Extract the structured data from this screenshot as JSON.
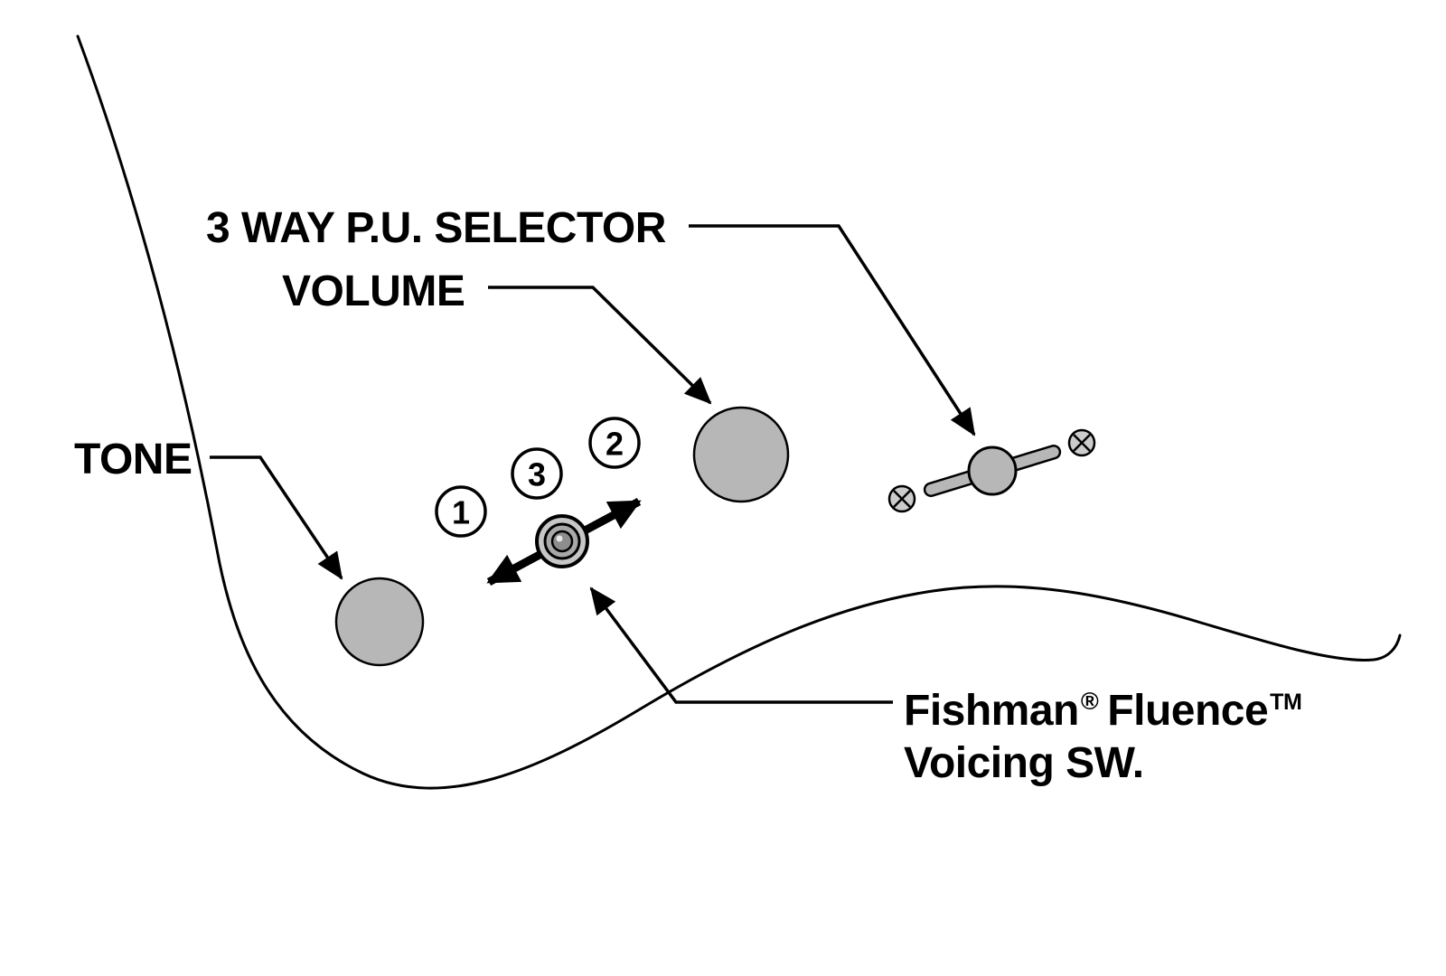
{
  "labels": {
    "selector": "3 WAY P.U. SELECTOR",
    "volume": "VOLUME",
    "tone": "TONE",
    "fishman": {
      "brand": "Fishman",
      "brand_mark": "®",
      "product": "Fluence",
      "product_mark": "TM",
      "line2": "Voicing SW."
    }
  },
  "switch_positions": {
    "pos1": "1",
    "pos2": "2",
    "pos3": "3"
  },
  "colors": {
    "knob_fill": "#b7b7b7",
    "switch_ring_fill": "#c6c6c6",
    "switch_mid_fill": "#a8a8a8",
    "switch_core_fill": "#8d8d8d",
    "lever_fill": "#b7b7b7",
    "screw_fill": "#cccccc",
    "number_circle_fill": "#ffffff",
    "line": "#000000",
    "background": "#ffffff"
  }
}
